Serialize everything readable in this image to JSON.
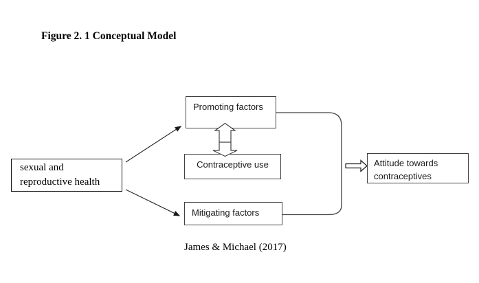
{
  "figure": {
    "title": "Figure 2. 1 Conceptual Model",
    "caption": "James & Michael (2017)"
  },
  "nodes": {
    "srh": {
      "lines": [
        "sexual and",
        "reproductive health"
      ]
    },
    "promoting": {
      "label": "Promoting factors"
    },
    "contraceptive": {
      "label": "Contraceptive use"
    },
    "mitigating": {
      "label": "Mitigating factors"
    },
    "attitude": {
      "lines": [
        "Attitude towards",
        "contraceptives"
      ]
    }
  },
  "connectors": [
    {
      "from": "sexual and reproductive health",
      "to": "Promoting factors",
      "style": "straight-arrow"
    },
    {
      "from": "sexual and reproductive health",
      "to": "Mitigating factors",
      "style": "straight-arrow"
    },
    {
      "from": "Promoting factors",
      "to": "Contraceptive use",
      "style": "double-headed-block-arrow"
    },
    {
      "from": "Promoting factors / Mitigating factors",
      "to": "Attitude towards contraceptives",
      "style": "curved-bracket-with-block-arrow"
    }
  ],
  "colors": {
    "background": "#ffffff",
    "box_border": "#404040",
    "left_box_border": "#111111",
    "line": "#2b2b2b",
    "text": "#000000"
  }
}
